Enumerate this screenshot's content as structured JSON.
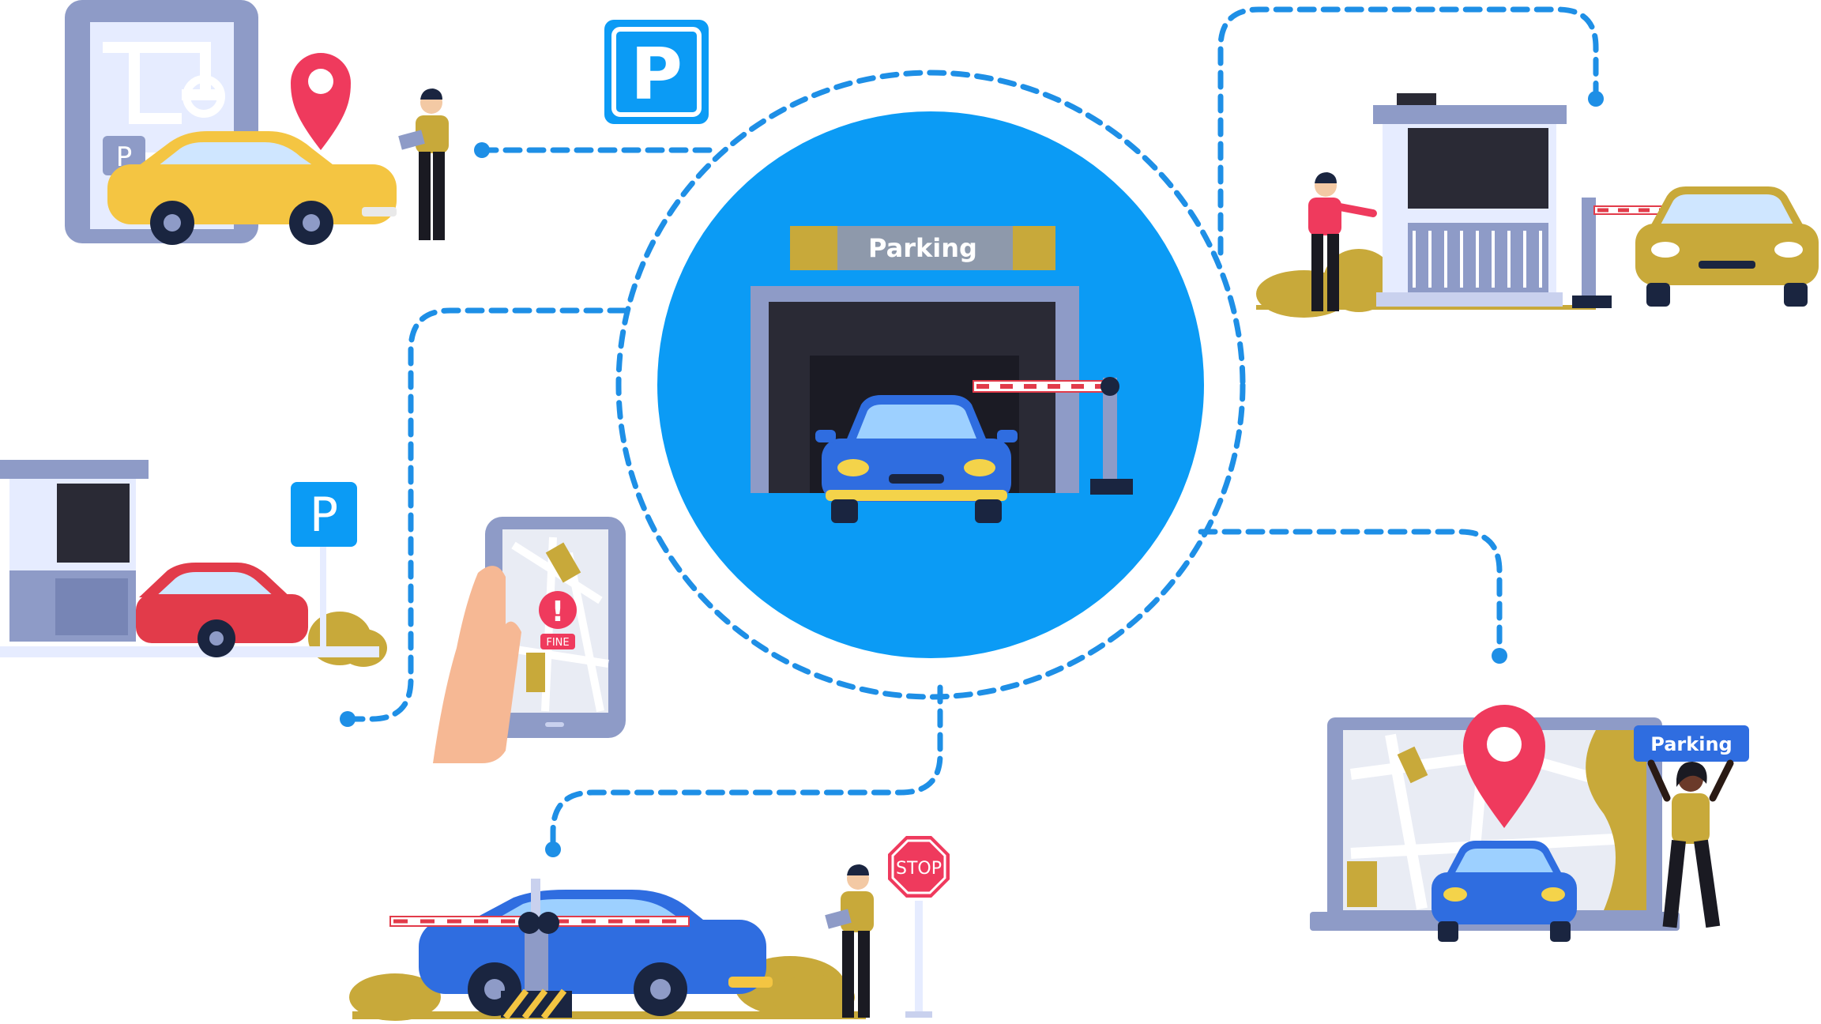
{
  "labels": {
    "center_sign": "Parking",
    "parking_symbol": "P",
    "fine_badge": "FINE",
    "alert_mark": "!",
    "stop_sign": "STOP",
    "banner_sign": "Parking"
  },
  "icons": [
    "parking-sign-icon",
    "map-pin-icon",
    "smartphone-icon",
    "laptop-icon",
    "barrier-gate-icon",
    "stop-sign-icon",
    "toll-booth-icon",
    "car-icon"
  ],
  "colors": {
    "primary_blue": "#0b9bf5",
    "dashed_connector": "#1e8fe6",
    "gold": "#c8a93a",
    "yellow_car": "#f4c542",
    "red_car": "#e23b4a",
    "blue_car": "#2f6de0",
    "pin_red": "#ef3a5d",
    "booth_gray": "#8e9bc7"
  }
}
